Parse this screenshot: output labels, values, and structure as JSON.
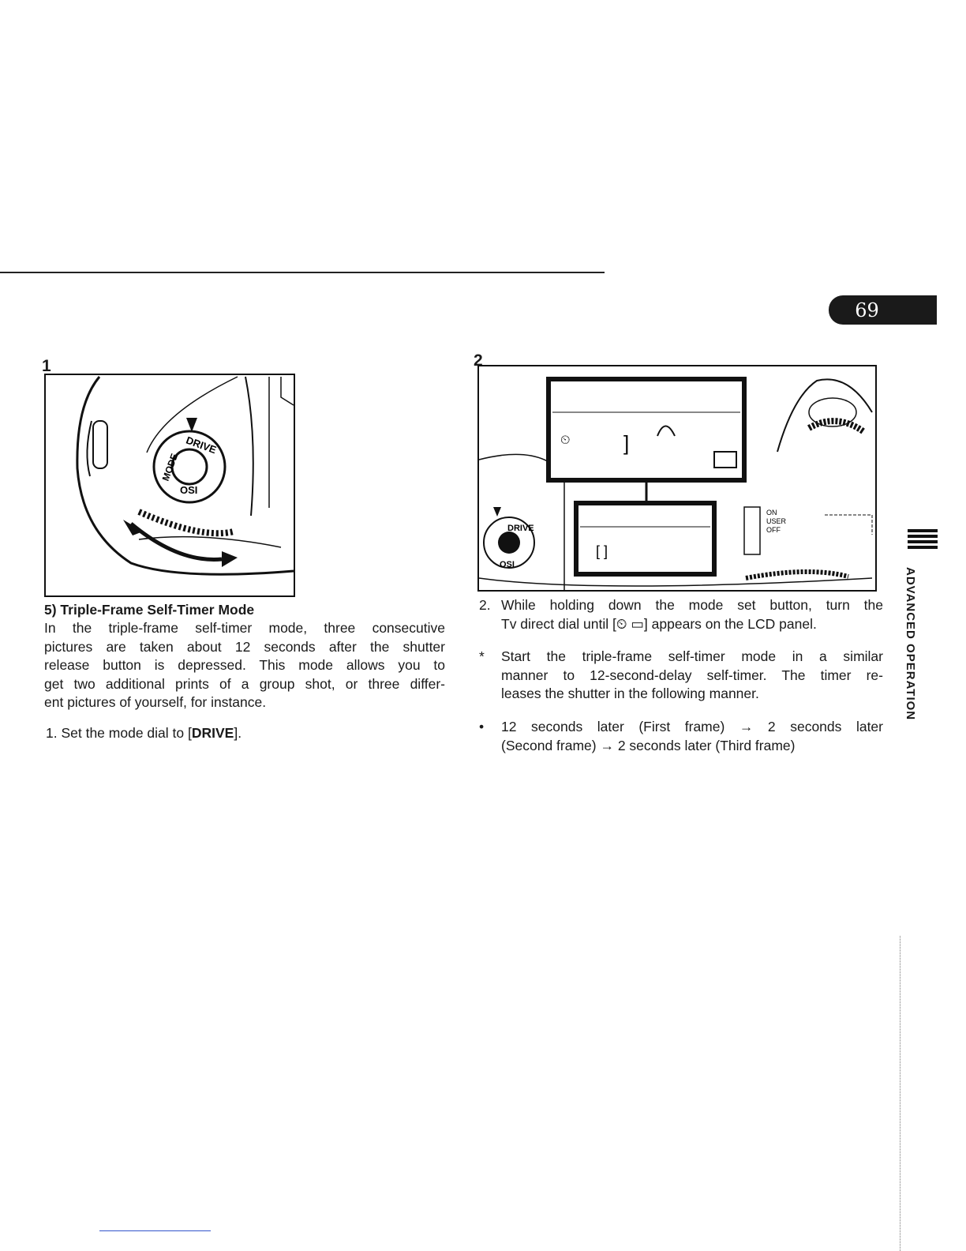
{
  "page": {
    "number": "69",
    "section": "ADVANCED OPERATION"
  },
  "figures": {
    "fig1": {
      "number": "1",
      "dial_labels": [
        "DRIVE",
        "MODE",
        "OSI"
      ]
    },
    "fig2": {
      "number": "2",
      "dial_labels": [
        "DRIVE",
        "OSI"
      ],
      "switch_labels": [
        "ON",
        "USER",
        "OFF"
      ],
      "lcd_bracket": "[   ]"
    }
  },
  "section": {
    "heading": "5) Triple-Frame Self-Timer Mode",
    "paragraph_lines": [
      "In the triple-frame self-timer mode, three consecutive",
      "pictures are taken about 12 seconds after the shutter",
      "release button is depressed. This mode allows you to",
      "get two additional prints of a group shot, or three differ-",
      "ent pictures of yourself, for instance."
    ],
    "step1_prefix": "1. Set the mode dial to [",
    "step1_bold": "DRIVE",
    "step1_suffix": "]."
  },
  "right": {
    "step2_marker": "2.",
    "step2_lines": [
      "While holding down the mode set button, turn the",
      "Tv direct dial until [⏲ ▭] appears on the LCD panel."
    ],
    "note_marker": "*",
    "note_lines": [
      "Start the triple-frame self-timer mode in a similar",
      "manner to 12-second-delay self-timer. The timer re-",
      "leases the shutter in the following manner."
    ],
    "bullet_marker": "•",
    "bullet_lines": [
      "12 seconds later (First frame) → 2 seconds later",
      "(Second frame) → 2 seconds later (Third frame)"
    ]
  }
}
